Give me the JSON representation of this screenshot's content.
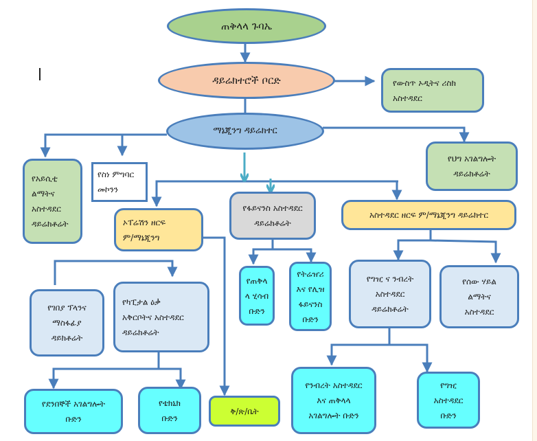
{
  "diagram": {
    "title": "Organizational structure chart",
    "colors": {
      "line": "#4a7ebb",
      "accent_arrow": "#4bacc6",
      "board_top": "#a9d18e",
      "board": "#f8cbad",
      "management": "#9dc3e6",
      "directorate_green": "#c5e0b4",
      "deputy_yellow": "#ffe699",
      "finance_grey": "#d9d9d9",
      "directorate_pale": "#dae8f5",
      "team_cyan": "#66ffff",
      "office_lime": "#ccff33"
    },
    "nodes": {
      "general_assembly": {
        "lines": [
          "ጠቅላላ ጉባኤ"
        ]
      },
      "board_of_directors": {
        "lines": [
          "ዳይሬክተሮች ቦርድ"
        ]
      },
      "internal_audit": {
        "lines": [
          "የውስጥ ኦዲትና  ሪስክ",
          "አስተዳደር"
        ]
      },
      "managing_director": {
        "lines": [
          "ማኔጂንግ ዳይሬክተር"
        ]
      },
      "legal_service": {
        "lines": [
          "የህግ አገልግሎት",
          "ዳይሬክቶሬት"
        ]
      },
      "it_development": {
        "lines": [
          "የአይሲቲ",
          "ልማትና",
          "አስተዳደር",
          "ዳይሬክቶሬት"
        ]
      },
      "ethics_officer": {
        "lines": [
          "የስነ ምግባር",
          "መኮንን"
        ]
      },
      "operations_deputy": {
        "lines": [
          "ኦፐሬሽን ዘርፍ",
          "ም/ማኔጂንግ"
        ]
      },
      "finance_directorate": {
        "lines": [
          "የፋይናንስ አስተዳደር",
          "ዳይሬክቶሬት"
        ]
      },
      "admin_deputy": {
        "lines": [
          "አስተዳደር ዘርፍ ም/ማኔጂንግ ዳይሬክተር"
        ]
      },
      "general_accounts_team": {
        "lines": [
          "የጠቅላ",
          "ላ ሂሳብ",
          "ቡድን"
        ]
      },
      "treasury_lease_team": {
        "lines": [
          "የትሬዠሪ",
          "እና የሊዝ",
          "ፋይናንስ",
          "ቡድን"
        ]
      },
      "procurement_property": {
        "lines": [
          "የግዢ ና ንብረት",
          "አስተዳደር",
          "ዳይሬክቶሬት"
        ]
      },
      "human_resources": {
        "lines": [
          "የሰው ሃይል",
          "ልማትና",
          "አስተዳደር"
        ]
      },
      "market_planning": {
        "lines": [
          "የገበያ ፕላንና",
          "ማስፋፊያ",
          "ዳይክቶሬት"
        ]
      },
      "capital_goods": {
        "lines": [
          "የካፒታል ዕቃ",
          "አቅርቦትና አስተዳደር",
          "ዳይሬክቶሬት"
        ]
      },
      "customer_service_team": {
        "lines": [
          "የደንበኞች አገልግሎት",
          "ቡድን"
        ]
      },
      "technical_team": {
        "lines": [
          "የቴክኒክ",
          "ቡድን"
        ]
      },
      "branch_office": {
        "lines": [
          "ቅ/ጽ/ቤት"
        ]
      },
      "property_general_service_team": {
        "lines": [
          "የንብረት አስተዳደር",
          "እና ጠቅላላ",
          "አገልግሎት  ቡድን"
        ]
      },
      "procurement_team": {
        "lines": [
          "የግዢ",
          "አስተዳደር",
          "ቡድን"
        ]
      }
    }
  }
}
